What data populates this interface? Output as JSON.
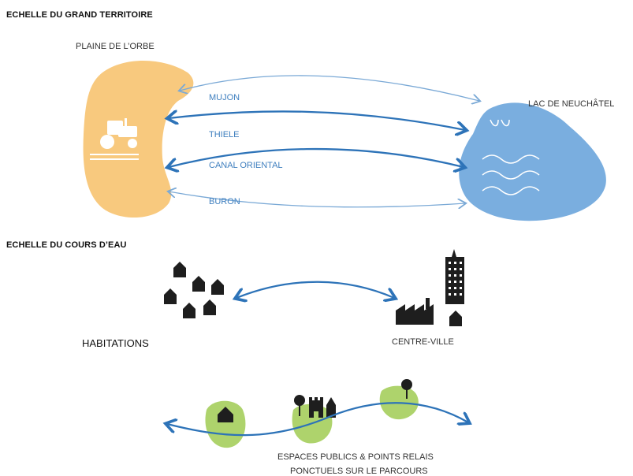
{
  "sections": {
    "territory_title": "ECHELLE DU GRAND TERRITOIRE",
    "stream_title": "ECHELLE DU COURS D’EAU"
  },
  "territory": {
    "plain_label": "PLAINE DE L’ORBE",
    "lake_label": "LAC DE NEUCHÂTEL",
    "rivers": [
      "MUJON",
      "THIELE",
      "CANAL ORIENTAL",
      "BURON"
    ]
  },
  "stream": {
    "housing_label": "HABITATIONS",
    "centre_label": "CENTRE-VILLE",
    "public_spaces_line1": "ESPACES PUBLICS & POINTS RELAIS",
    "public_spaces_line2": "PONCTUELS SUR LE PARCOURS"
  },
  "colors": {
    "plain": "#f8c97e",
    "lake": "#7aaedf",
    "arrow": "#2d73b8",
    "thin_arrow": "#7aa9d6",
    "green": "#aed36c",
    "icon": "#1e1e1e"
  }
}
